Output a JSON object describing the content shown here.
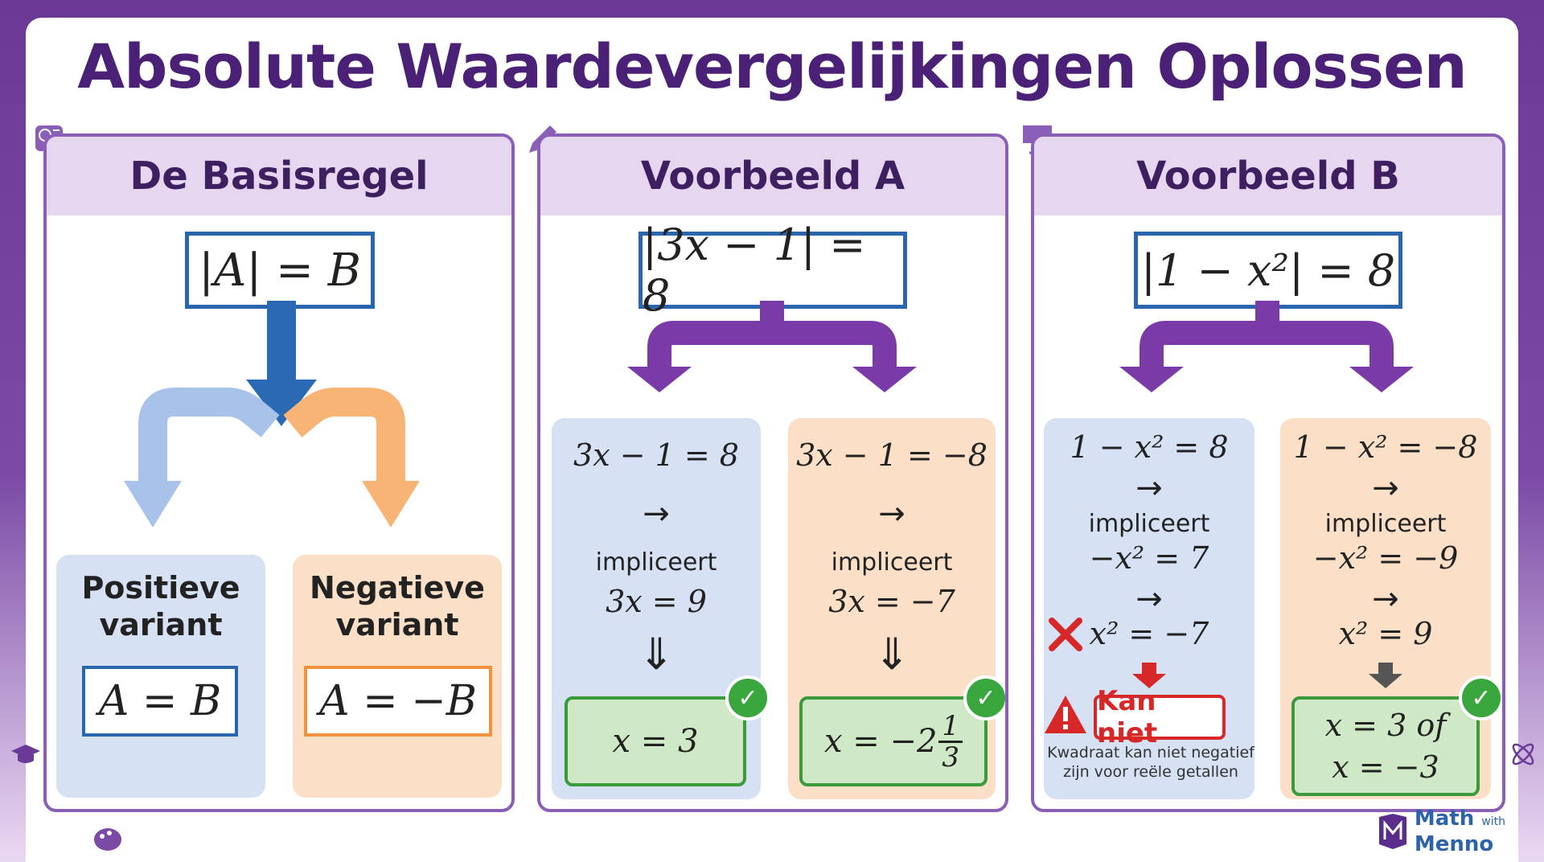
{
  "title": "Absolute Waardevergelijkingen Oplossen",
  "colors": {
    "purple": "#6a3a96",
    "blue_box": "#2a66ad",
    "light_blue": "#d6e1f4",
    "light_orange": "#fbe0c7",
    "green": "#3a9a3c",
    "red": "#d62828"
  },
  "panel_basis": {
    "heading": "De Basisregel",
    "rule": "|A| = B",
    "positive_label_1": "Positieve",
    "positive_label_2": "variant",
    "positive_eq": "A = B",
    "negative_label_1": "Negatieve",
    "negative_label_2": "variant",
    "negative_eq": "A = −B"
  },
  "panel_a": {
    "heading": "Voorbeeld A",
    "equation": "|3x − 1| = 8",
    "left": {
      "eq1": "3x − 1 = 8",
      "arrow": "→",
      "word": "impliceert",
      "eq2": "3x = 9",
      "implies": "⇓",
      "result": "x = 3"
    },
    "right": {
      "eq1": "3x − 1 = −8",
      "arrow": "→",
      "word": "impliceert",
      "eq2": "3x = −7",
      "implies": "⇓",
      "result_prefix": "x = −2",
      "frac_num": "1",
      "frac_den": "3"
    }
  },
  "panel_b": {
    "heading": "Voorbeeld B",
    "equation": "|1 − x²| = 8",
    "left": {
      "eq1": "1 − x² = 8",
      "arrow": "→",
      "word": "impliceert",
      "eq2": "−x² = 7",
      "arrow2": "→",
      "eq3": "x² = −7",
      "stop": "Kan niet",
      "note_1": "Kwadraat kan niet negatief",
      "note_2": "zijn voor reële getallen"
    },
    "right": {
      "eq1": "1 − x² = −8",
      "arrow": "→",
      "word": "impliceert",
      "eq2": "−x² = −9",
      "arrow2": "→",
      "eq3": "x² = 9",
      "result_1": "x = 3 of",
      "result_2": "x = −3"
    }
  },
  "icons": [
    "brain-book-icon",
    "pencil-icon",
    "presentation-board-icon",
    "graduation-cap-icon",
    "palette-icon",
    "atom-icon"
  ],
  "logo": {
    "line1": "Math",
    "small": "with",
    "line2": "Menno"
  }
}
